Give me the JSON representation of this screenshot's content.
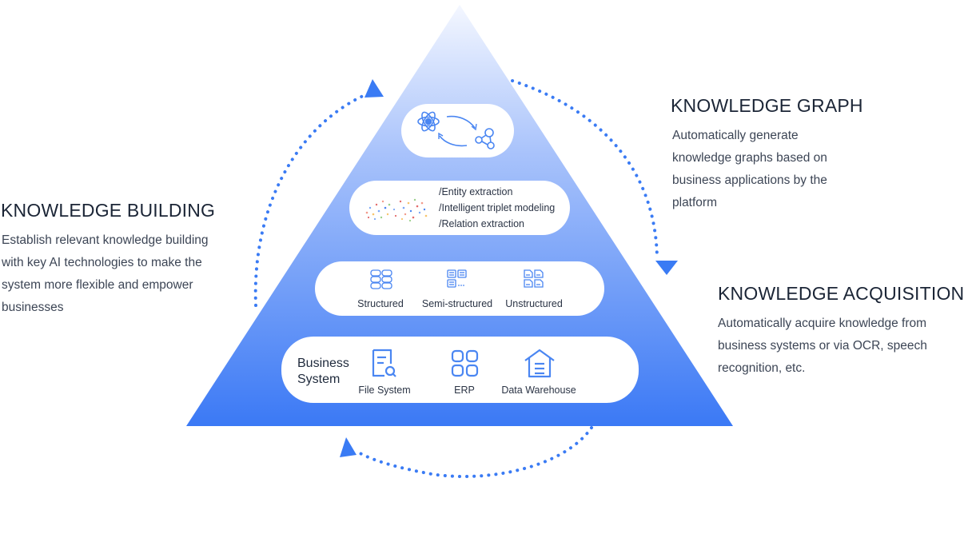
{
  "sections": {
    "building": {
      "title": "KNOWLEDGE BUILDING",
      "description": "Establish relevant knowledge building with key AI technologies to make the system more flexible and empower businesses"
    },
    "graph": {
      "title": "KNOWLEDGE GRAPH",
      "description": "Automatically generate knowledge graphs based on business applications by the platform"
    },
    "acquisition": {
      "title": "KNOWLEDGE ACQUISITION",
      "description": "Automatically acquire knowledge from business systems or via OCR, speech recognition, etc."
    }
  },
  "pyramid": {
    "layer_extraction": {
      "items": [
        "/Entity extraction",
        "/Intelligent triplet modeling",
        "/Relation extraction"
      ]
    },
    "layer_data_types": {
      "items": [
        {
          "label": "Structured",
          "icon": "database-icon"
        },
        {
          "label": "Semi-structured",
          "icon": "semi-structured-doc-icon"
        },
        {
          "label": "Unstructured",
          "icon": "unstructured-doc-icon"
        }
      ]
    },
    "layer_business": {
      "title": "Business System",
      "items": [
        {
          "label": "File System",
          "icon": "file-search-icon"
        },
        {
          "label": "ERP",
          "icon": "grid-apps-icon"
        },
        {
          "label": "Data Warehouse",
          "icon": "warehouse-icon"
        }
      ]
    }
  },
  "colors": {
    "accent": "#3a7bf4",
    "pyramid_top": "#eef3fe",
    "pyramid_bottom": "#3b79f5",
    "icon": "#4a86f2"
  }
}
